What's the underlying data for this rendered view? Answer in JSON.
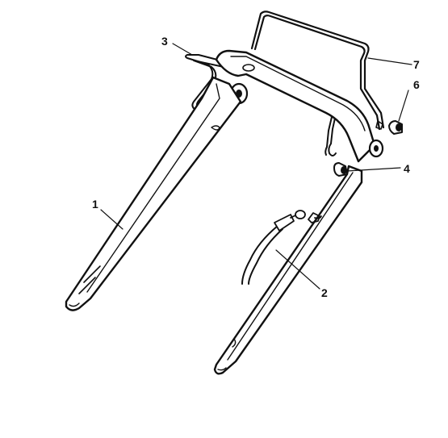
{
  "labels": {
    "p1": "1",
    "p2": "2",
    "p3": "3",
    "p4": "4",
    "p6": "6",
    "p7": "7"
  },
  "colors": {
    "ink": "#111111",
    "paper": "#ffffff"
  }
}
